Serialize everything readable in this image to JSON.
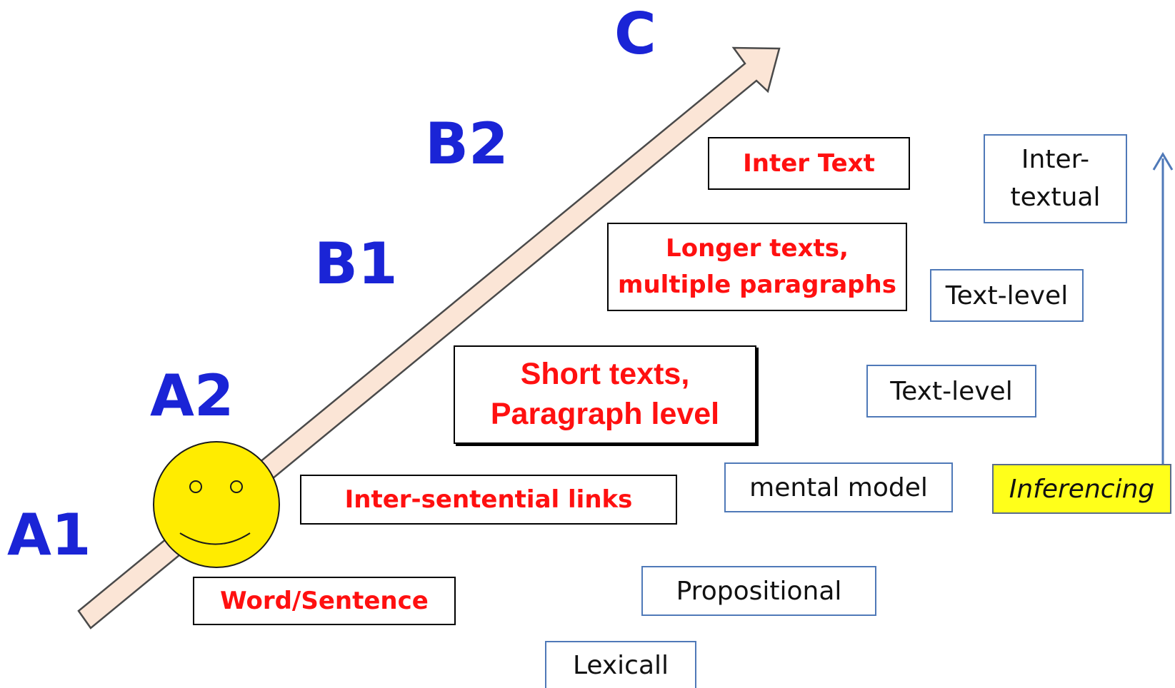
{
  "levels": {
    "a1": "A1",
    "a2": "A2",
    "b1": "B1",
    "b2": "B2",
    "c": "C"
  },
  "text_units": {
    "word_sentence": "Word/Sentence",
    "inter_sentential": "Inter-sentential links",
    "short_texts_line1": "Short texts,",
    "short_texts_line2": "Paragraph level",
    "longer_texts_line1": "Longer texts,",
    "longer_texts_line2": "multiple paragraphs",
    "inter_text": "Inter Text"
  },
  "processes": {
    "lexical": "Lexicall",
    "propositional": "Propositional",
    "mental_model": "mental model",
    "text_level_1": "Text-level",
    "text_level_2": "Text-level",
    "inter_textual_line1": "Inter-",
    "inter_textual_line2": "textual",
    "inferencing": "Inferencing"
  },
  "colors": {
    "level_label": "#1a24d6",
    "red_text": "#ff1010",
    "progress_arrow_fill": "#fbe5d6",
    "progress_arrow_stroke": "#4a4a4a",
    "blue_border": "#4f79b8",
    "inferencing_fill": "#ffff1a",
    "smiley_fill": "#ffec00",
    "up_arrow": "#4f79b8"
  },
  "icons": {
    "progress_arrow": "diagonal-arrow-icon",
    "smiley": "smiley-face-icon",
    "up_arrow": "arrow-up-icon"
  }
}
